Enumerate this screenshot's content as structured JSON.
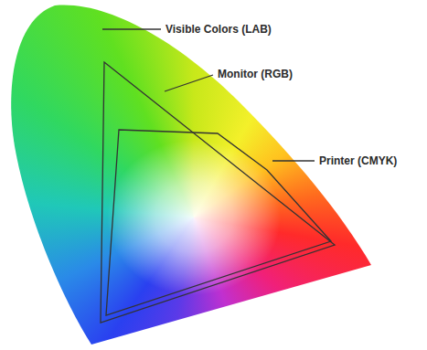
{
  "diagram": {
    "labels": [
      "Visible Colors (LAB)",
      "Monitor (RGB)",
      "Printer (CMYK)"
    ]
  }
}
